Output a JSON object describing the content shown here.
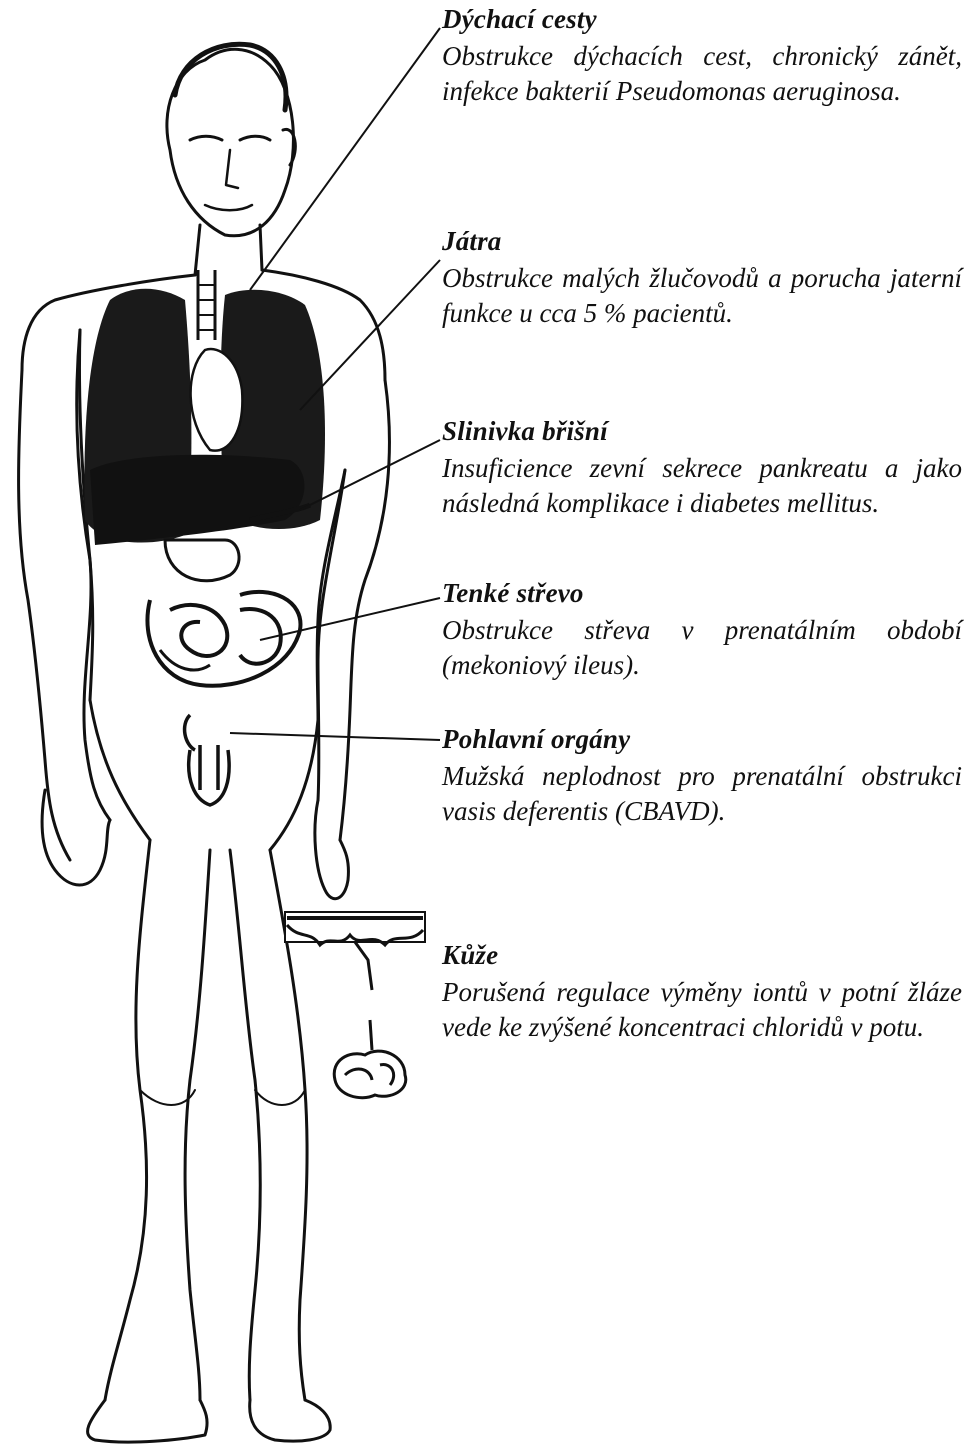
{
  "labels": [
    {
      "key": "airways",
      "title": "Dýchací cesty",
      "text": "Obstrukce dýchacích cest, chronický zánět, infekce bakterií Pseudomonas aeruginosa."
    },
    {
      "key": "liver",
      "title": "Játra",
      "text": "Obstrukce malých žlučovodů a porucha jaterní funkce u cca 5 % pacientů."
    },
    {
      "key": "pancreas",
      "title": "Slinivka břišní",
      "text": "Insuficience zevní sekrece pankreatu a jako následná komplikace i diabetes mellitus."
    },
    {
      "key": "small_intestine",
      "title": "Tenké střevo",
      "text": "Obstrukce střeva v prenatálním období (mekoniový ileus)."
    },
    {
      "key": "genitals",
      "title": "Pohlavní orgány",
      "text": "Mužská neplodnost pro prenatální obstrukci vasis deferentis (CBAVD)."
    },
    {
      "key": "skin",
      "title": "Kůže",
      "text": "Porušená regulace výměny iontů v potní žláze vede ke zvýšené koncentraci chloridů v potu."
    }
  ]
}
